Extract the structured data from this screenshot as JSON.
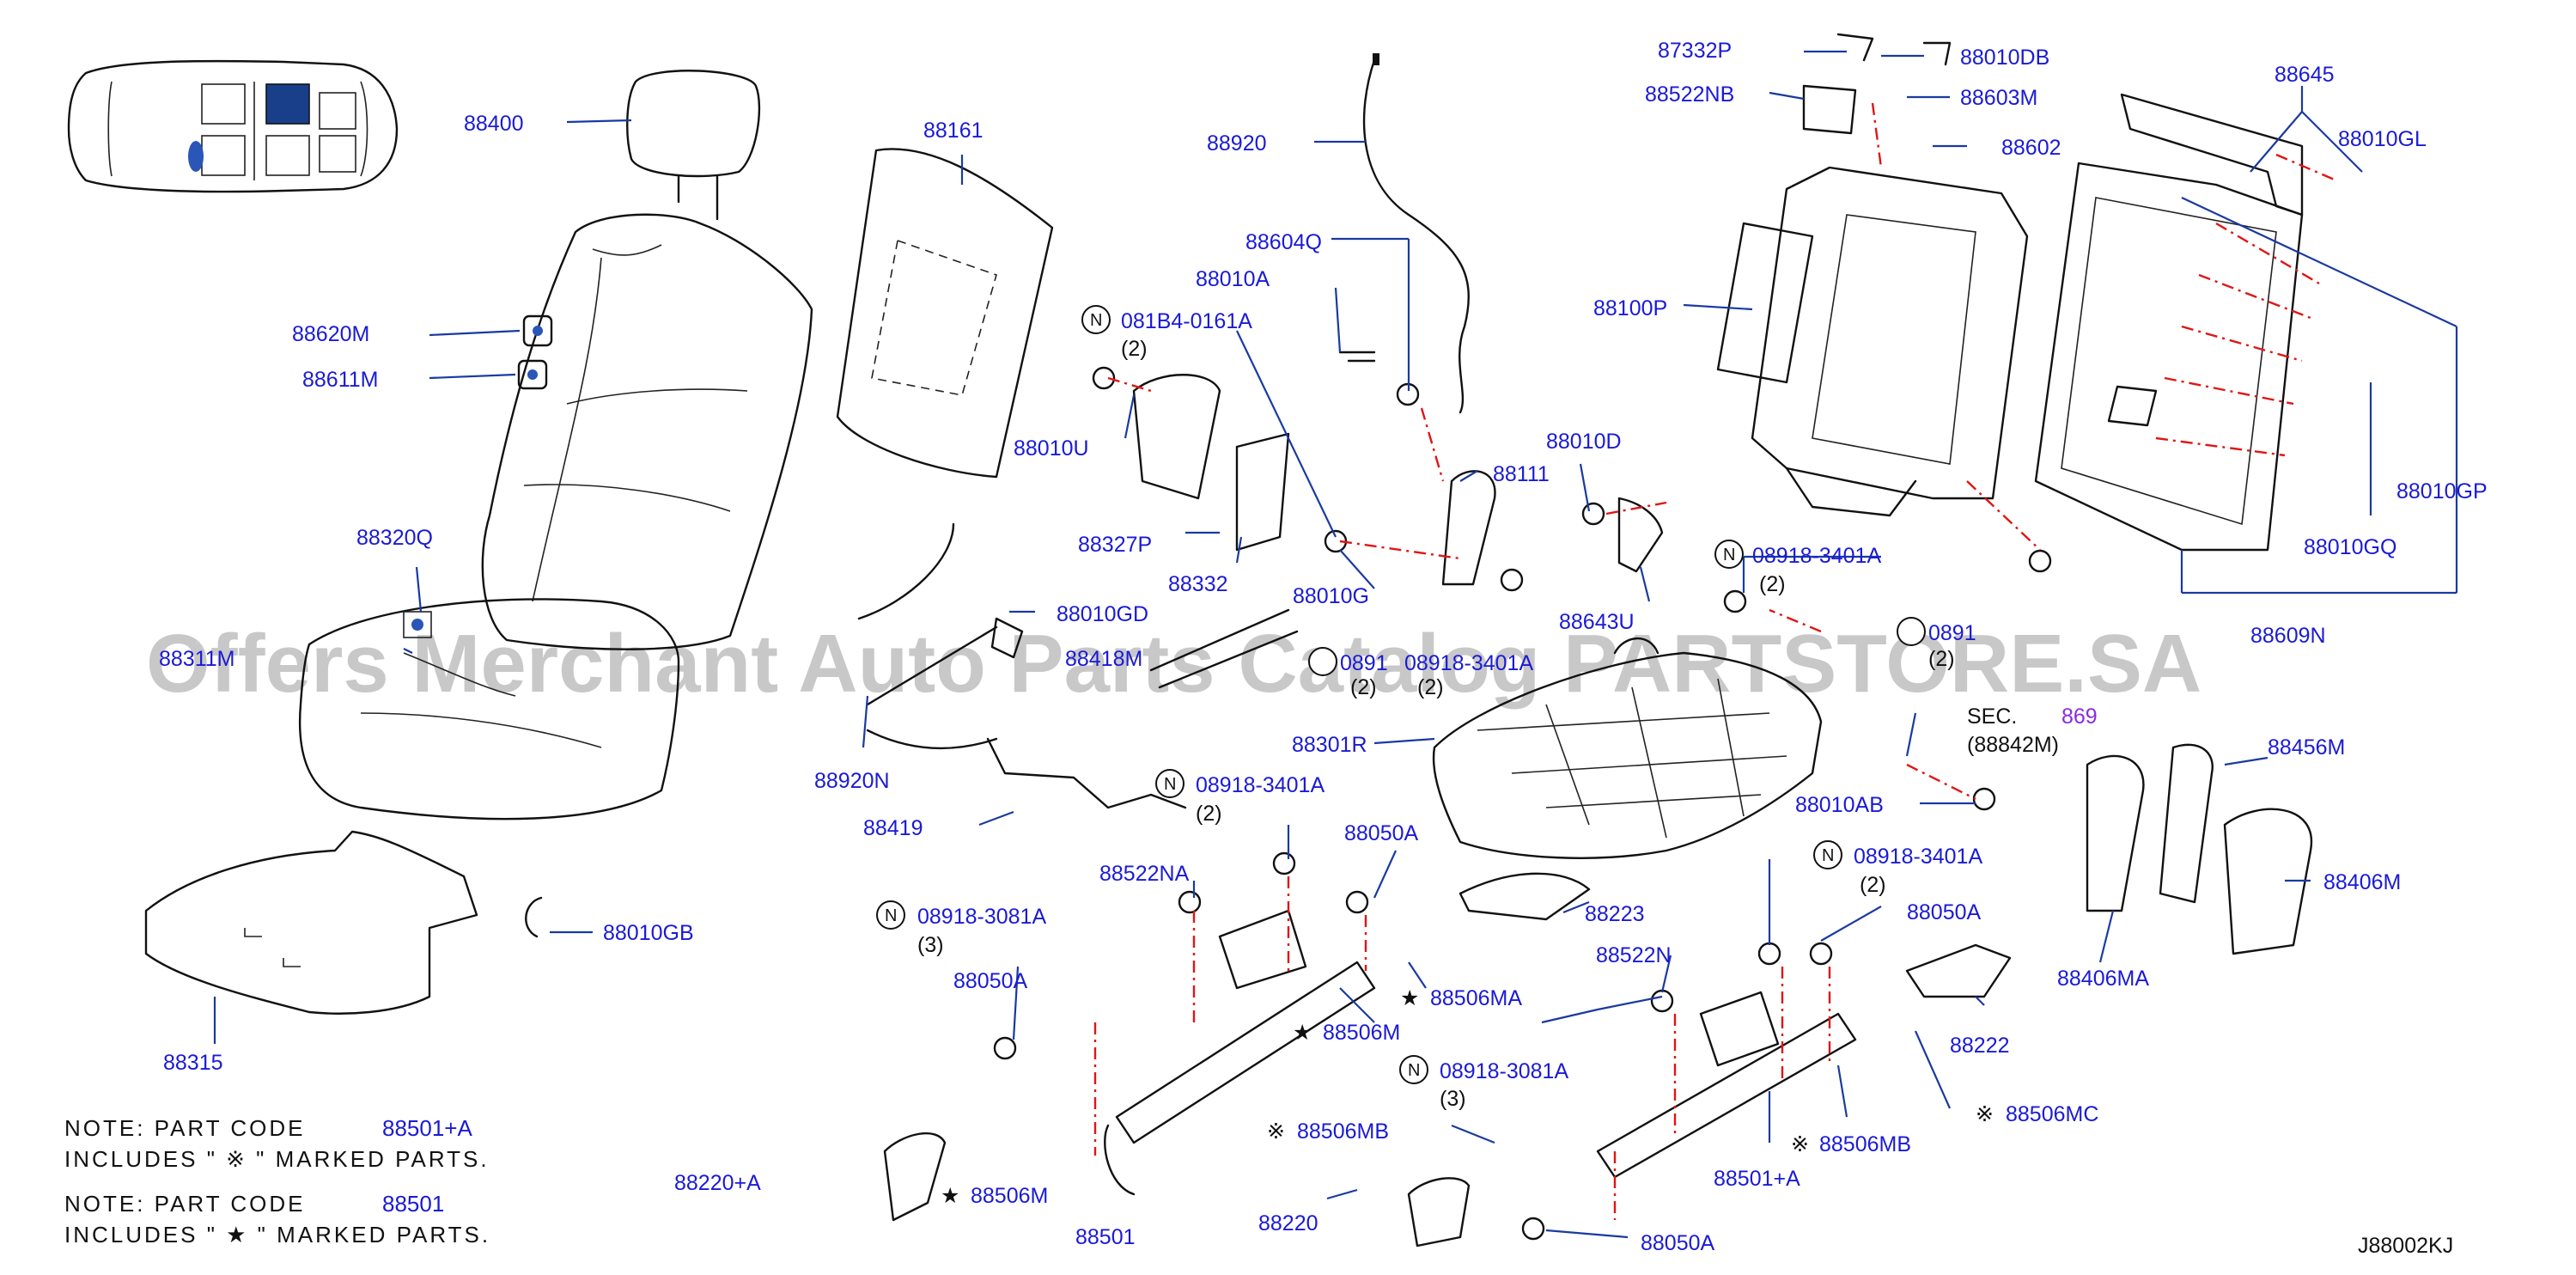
{
  "diagram_code": "J88002KJ",
  "watermark": "Offers Merchant Auto Parts Catalog PARTSTORE.SA",
  "notes": [
    {
      "line1_prefix": "NOTE:  PART  CODE",
      "code": "88501+A",
      "line2": "INCLUDES  \"  ※  \"  MARKED  PARTS."
    },
    {
      "line1_prefix": "NOTE:  PART  CODE",
      "code": "88501",
      "line2": "INCLUDES  \"  ★  \"  MARKED  PARTS."
    }
  ],
  "labels": {
    "l88400": "88400",
    "l88620M": "88620M",
    "l88611M": "88611M",
    "l88320Q": "88320Q",
    "l88311M": "88311M",
    "l88315": "88315",
    "l88010GB": "88010GB",
    "l88161": "88161",
    "l88920": "88920",
    "l88604Q": "88604Q",
    "l88010A": "88010A",
    "l081B4": "081B4-0161A",
    "l081B4_qty": "(2)",
    "l88010U": "88010U",
    "l88327P": "88327P",
    "l88332": "88332",
    "l88010G": "88010G",
    "l88111": "88111",
    "l88010D": "88010D",
    "l88643U": "88643U",
    "l08918_a": "08918-3401A",
    "l08918_a_qty": "(2)",
    "l88010GD": "88010GD",
    "l88418M": "88418M",
    "l0891x": "0891",
    "l0891x_qty": "(2)",
    "l08918_b": "08918-3401A",
    "l08918_b_qty": "(2)",
    "l88920N": "88920N",
    "l88419": "88419",
    "l88301R": "88301R",
    "l08918_c": "08918-3401A",
    "l08918_c_qty": "(2)",
    "l88050A_1": "88050A",
    "l88522NA": "88522NA",
    "l08918_3081A_1": "08918-3081A",
    "l08918_3081A_1_qty": "(3)",
    "l88050A_2": "88050A",
    "l88506MA": "88506MA",
    "l88506M_1": "88506M",
    "l88223": "88223",
    "l88522N": "88522N",
    "l08918_3081A_2": "08918-3081A",
    "l08918_3081A_2_qty": "(3)",
    "l88506MB_1": "88506MB",
    "l88220A": "88220+A",
    "l88506M_2": "88506M",
    "l88501": "88501",
    "l88220": "88220",
    "l88050A_3": "88050A",
    "l88501A": "88501+A",
    "l88506MB_2": "88506MB",
    "l88506MC": "88506MC",
    "l88222": "88222",
    "l88050A_4": "88050A",
    "l08918_d": "08918-3401A",
    "l08918_d_qty": "(2)",
    "l88010AB": "88010AB",
    "l_sec": "SEC.",
    "l_sec_num": "869",
    "l_sec_ref": "(88842M)",
    "l87332P": "87332P",
    "l88010DB": "88010DB",
    "l88522NB": "88522NB",
    "l88603M": "88603M",
    "l88602": "88602",
    "l88100P": "88100P",
    "l88645": "88645",
    "l88010GL": "88010GL",
    "l88010GP": "88010GP",
    "l88010GQ": "88010GQ",
    "l88609N": "88609N",
    "l_0891_right": "0891",
    "l_0891_right_qty": "(2)",
    "l88456M": "88456M",
    "l88406M": "88406M",
    "l88406MA": "88406MA"
  },
  "symbols": {
    "n_marker": "N",
    "star": "★",
    "ref_mark": "※"
  }
}
